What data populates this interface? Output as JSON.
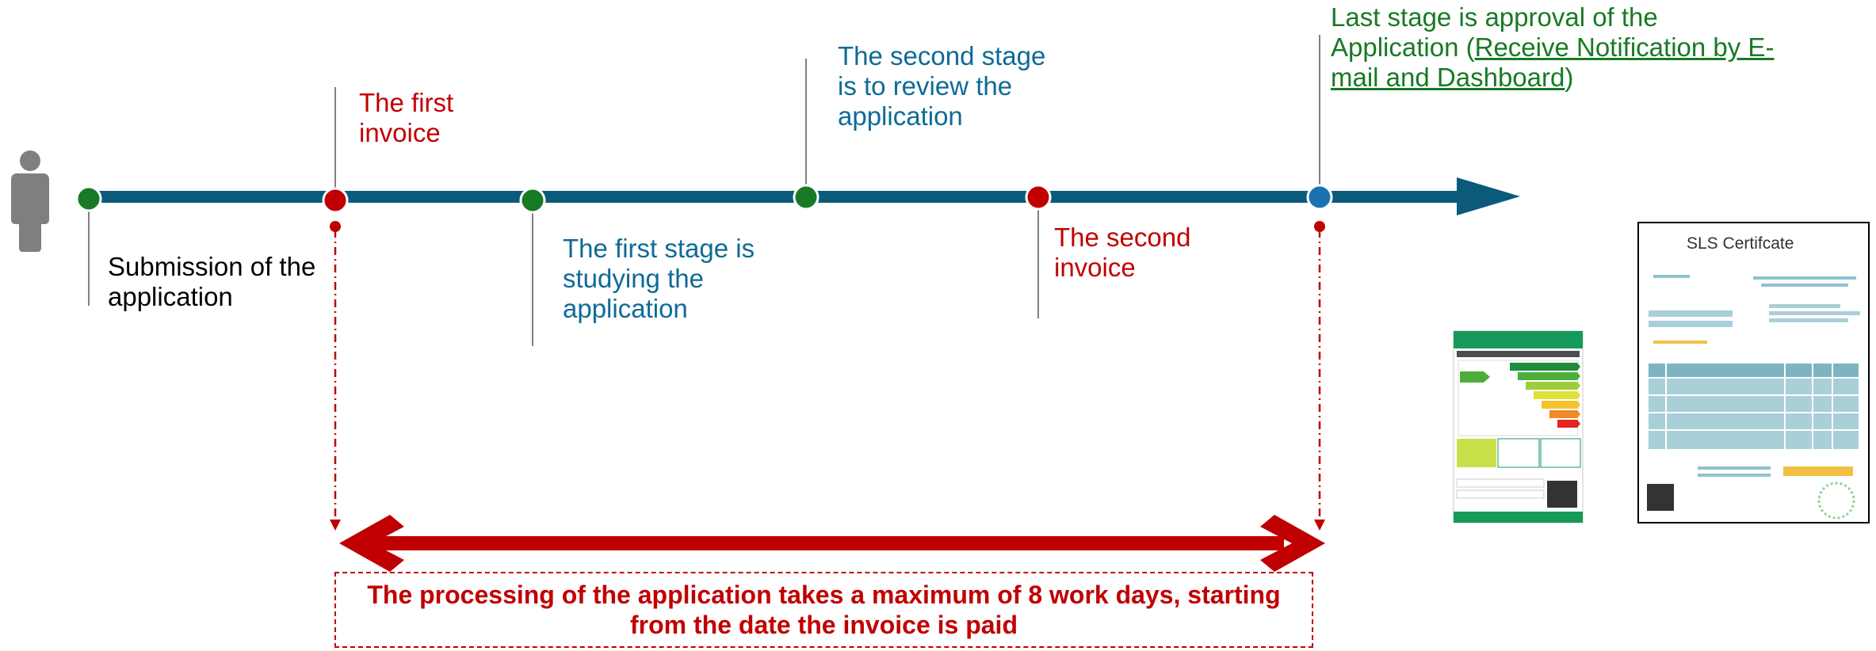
{
  "colors": {
    "timeline": "#0b5a7c",
    "red": "#c00000",
    "blue": "#0f6a96",
    "green": "#187a24",
    "person": "#7f7f7f"
  },
  "icons": [
    "person-icon",
    "energy-label-card-icon",
    "sls-certificate-icon",
    "qr-code-icon"
  ],
  "timeline": {
    "milestones": [
      {
        "name": "submission",
        "color": "green",
        "label": [
          "Submission of the",
          "application"
        ]
      },
      {
        "name": "first-invoice",
        "color": "red",
        "label": [
          "The first",
          "invoice"
        ]
      },
      {
        "name": "first-stage",
        "color": "green",
        "label": [
          "The first stage is",
          "studying the",
          "application"
        ]
      },
      {
        "name": "second-stage",
        "color": "green",
        "label": [
          "The second stage",
          "is to review the",
          "application"
        ]
      },
      {
        "name": "second-invoice",
        "color": "red",
        "label": [
          "The second",
          "invoice"
        ]
      },
      {
        "name": "last-stage",
        "color": "blue",
        "label": [
          "Last stage is approval of the"
        ]
      }
    ],
    "last_stage_line2_prefix": "Application (",
    "last_stage_link_line1": "Receive Notification by E-",
    "last_stage_link_line2": "mail and Dashboard",
    "last_stage_suffix": ")"
  },
  "processing_note": {
    "line1": "The processing of the application takes a maximum of 8 work days, starting",
    "line2": "from the date the invoice is paid"
  },
  "certificate": {
    "title": "SLS Certifcate"
  }
}
